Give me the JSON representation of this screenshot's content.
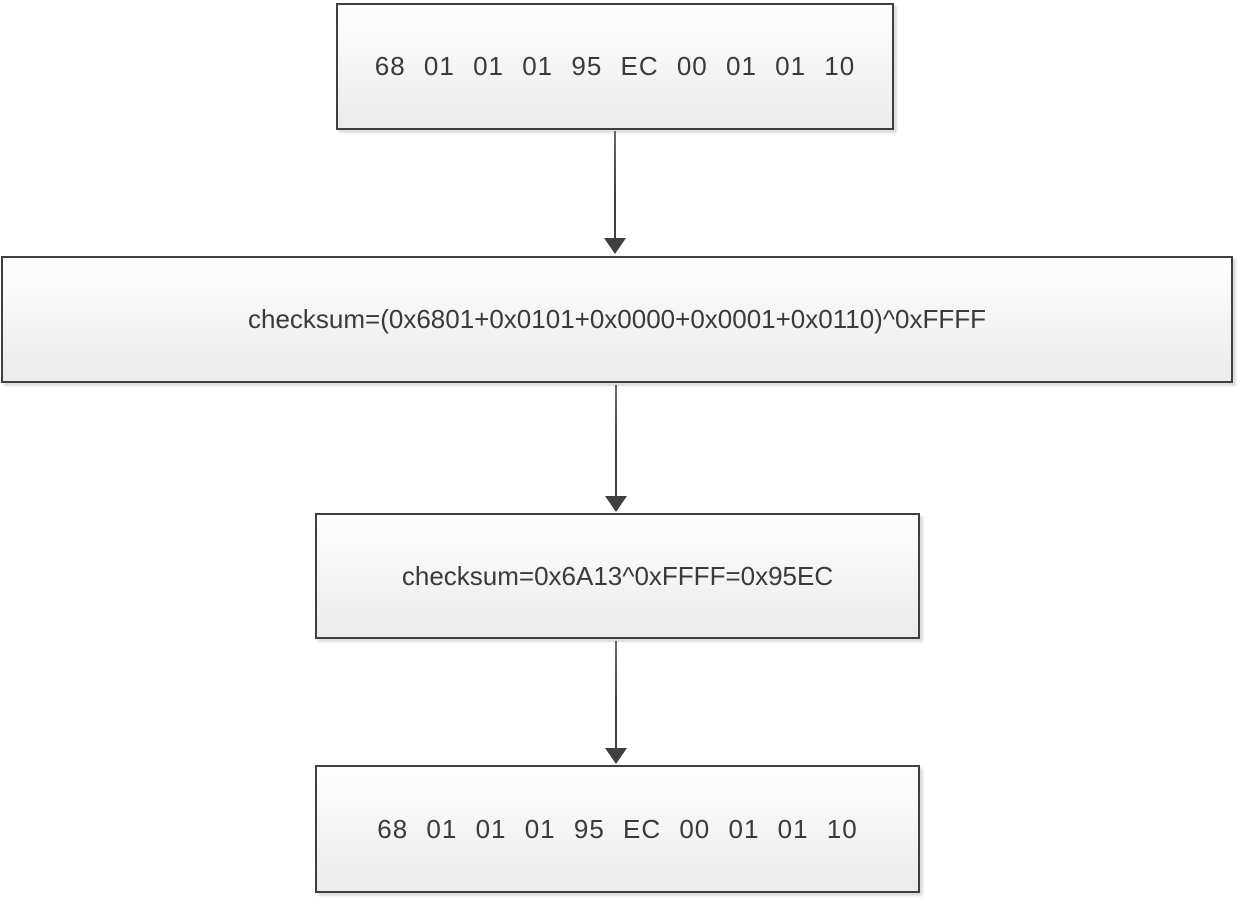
{
  "diagram": {
    "type": "flowchart",
    "nodes": [
      {
        "id": "frame-top",
        "kind": "hex",
        "text": "68 01 01 01 95 EC 00 01 01 10"
      },
      {
        "id": "checksum-formula",
        "kind": "formula",
        "text": "checksum=(0x6801+0x0101+0x0000+0x0001+0x0110)^0xFFFF"
      },
      {
        "id": "checksum-result",
        "kind": "formula",
        "text": "checksum=0x6A13^0xFFFF=0x95EC"
      },
      {
        "id": "frame-bottom",
        "kind": "hex",
        "text": "68 01 01 01 95 EC 00 01 01 10"
      }
    ],
    "connectors": [
      {
        "from": "frame-top",
        "to": "checksum-formula",
        "direction": "down",
        "style": "solid-triangle-head"
      },
      {
        "from": "checksum-formula",
        "to": "checksum-result",
        "direction": "down",
        "style": "solid-triangle-head"
      },
      {
        "from": "checksum-result",
        "to": "frame-bottom",
        "direction": "down",
        "style": "solid-triangle-head"
      }
    ],
    "colors": {
      "background": "#ffffff",
      "node_border": "#3f3f3f",
      "node_fill_top": "#fefefe",
      "node_fill_bottom": "#ebebeb",
      "text": "#3a3a3a",
      "arrow": "#3f3f3f"
    }
  }
}
